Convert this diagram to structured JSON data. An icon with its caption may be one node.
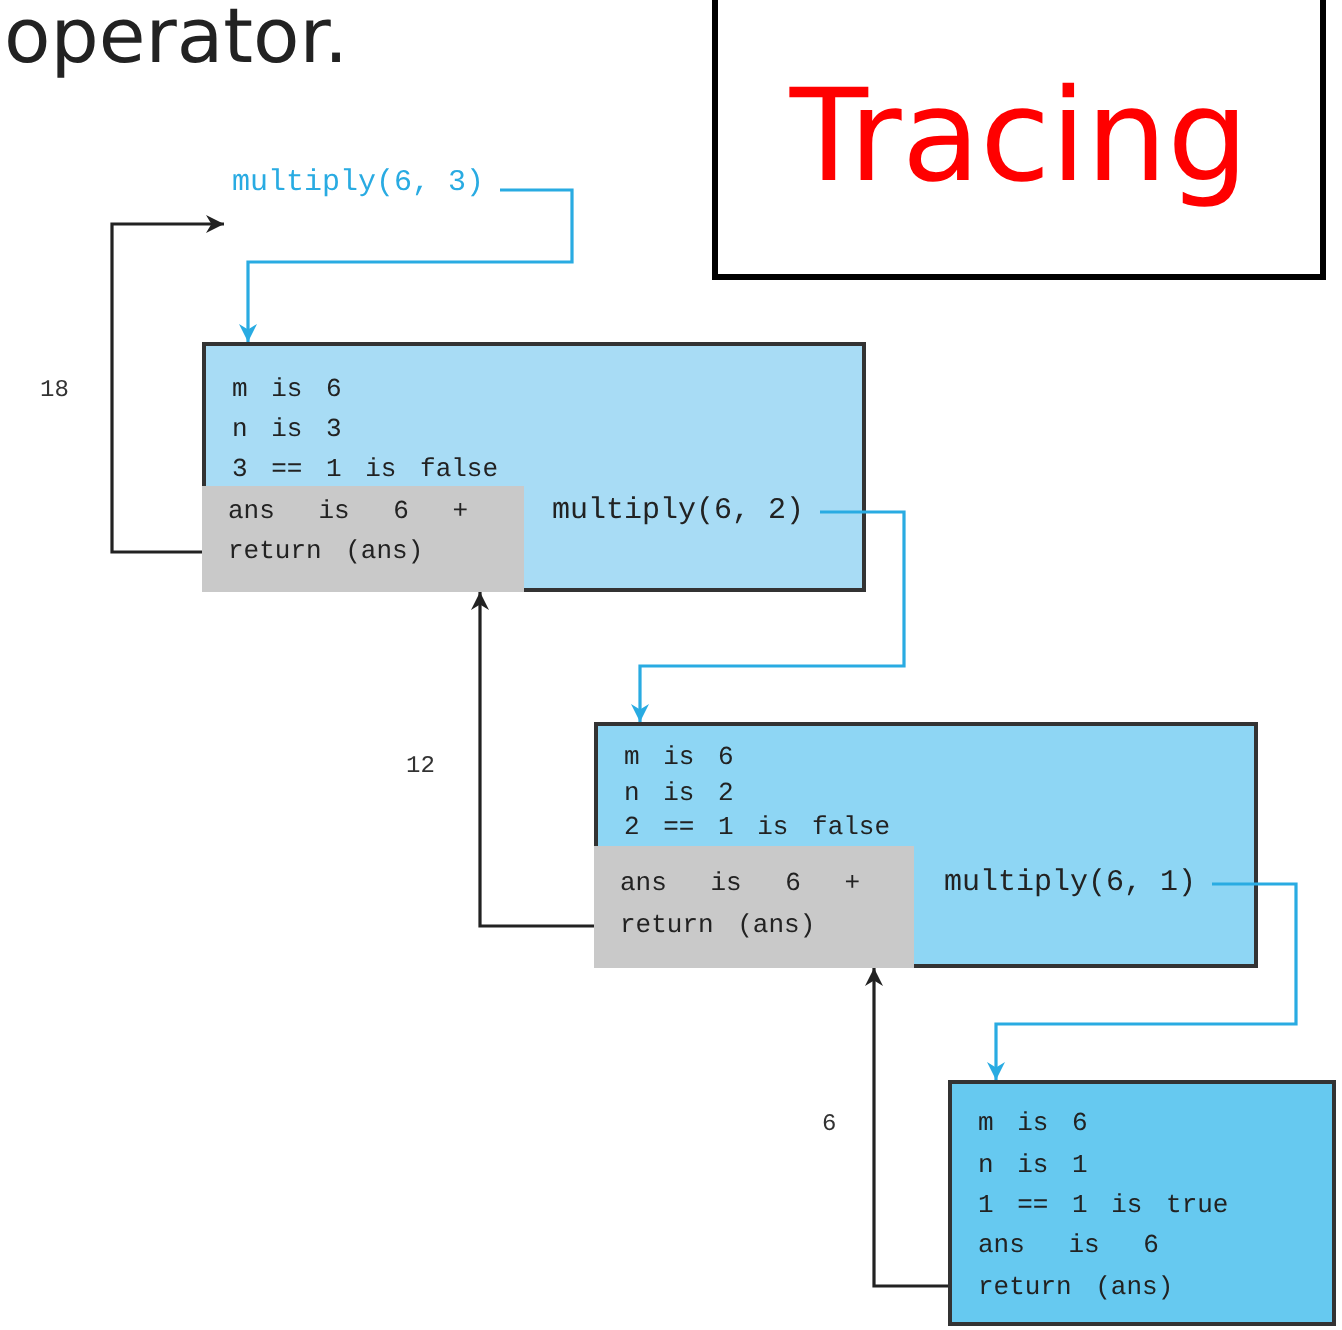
{
  "diagram": {
    "title": "Tracing",
    "nodes": [
      {
        "text": [
          "multiply(6, 3)"
        ]
      },
      {
        "text": [
          "m is 6",
          "n is 3",
          "3 == 1 is false"
        ]
      },
      {
        "text": [
          "ans is 6 +",
          "return (ans)"
        ],
        "in": 1
      },
      {
        "text": [
          "multiply(6, 2)"
        ],
        "in": 1
      },
      {
        "text": [
          "m is 6",
          "n is 2",
          "2 == 1 is false"
        ]
      },
      {
        "text": [
          "ans is 6 +",
          "return (ans)"
        ],
        "in": 4
      },
      {
        "text": [
          "multiply(6, 1)"
        ],
        "in": 4
      },
      {
        "text": [
          "m is 6",
          "n is 1",
          "1 == 1 is true",
          "ans is 6",
          "return (ans)"
        ]
      }
    ],
    "edges": [
      {
        "from": 0,
        "to": 1,
        "arrow": "to",
        "color": "#29abe2"
      },
      {
        "from": 3,
        "to": 4,
        "arrow": "to",
        "color": "#29abe2"
      },
      {
        "from": 6,
        "to": 7,
        "arrow": "to",
        "color": "#29abe2"
      },
      {
        "from": 7,
        "to": 5,
        "arrow": "to",
        "label": "6",
        "color": "#222222"
      },
      {
        "from": 5,
        "to": 2,
        "arrow": "to",
        "label": "12",
        "color": "#222222"
      },
      {
        "from": 2,
        "to": 0,
        "arrow": "to",
        "label": "18",
        "color": "#222222"
      }
    ],
    "labels": [
      "operator."
    ]
  }
}
